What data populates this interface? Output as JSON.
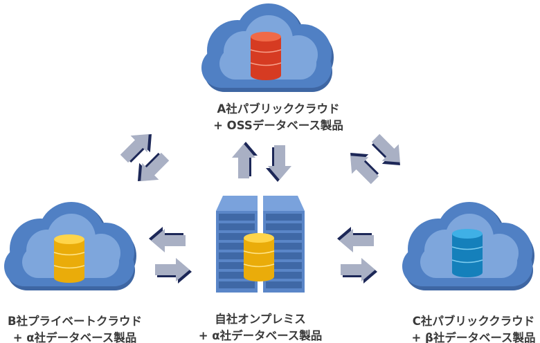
{
  "nodes": {
    "a_cloud": {
      "line1": "A社パブリッククラウド",
      "line2": "+ OSSデータベース製品",
      "db_color": "#e0452a"
    },
    "b_cloud": {
      "line1": "B社プライベートクラウド",
      "line2": "+ α社データベース製品",
      "db_color": "#f5bd14"
    },
    "onprem": {
      "line1": "自社オンプレミス",
      "line2": "+ α社データベース製品",
      "db_color": "#f5bd14"
    },
    "c_cloud": {
      "line1": "C社パブリッククラウド",
      "line2": "+ β社データベース製品",
      "db_color": "#1a8fc9"
    }
  },
  "colors": {
    "cloud_outer": "#5080c4",
    "cloud_inner": "#7ea6dc",
    "cloud_shadow": "#3e66a3",
    "server": "#5a86c8",
    "arrow_fill": "#a9b0c4",
    "arrow_edge": "#1c2757"
  }
}
